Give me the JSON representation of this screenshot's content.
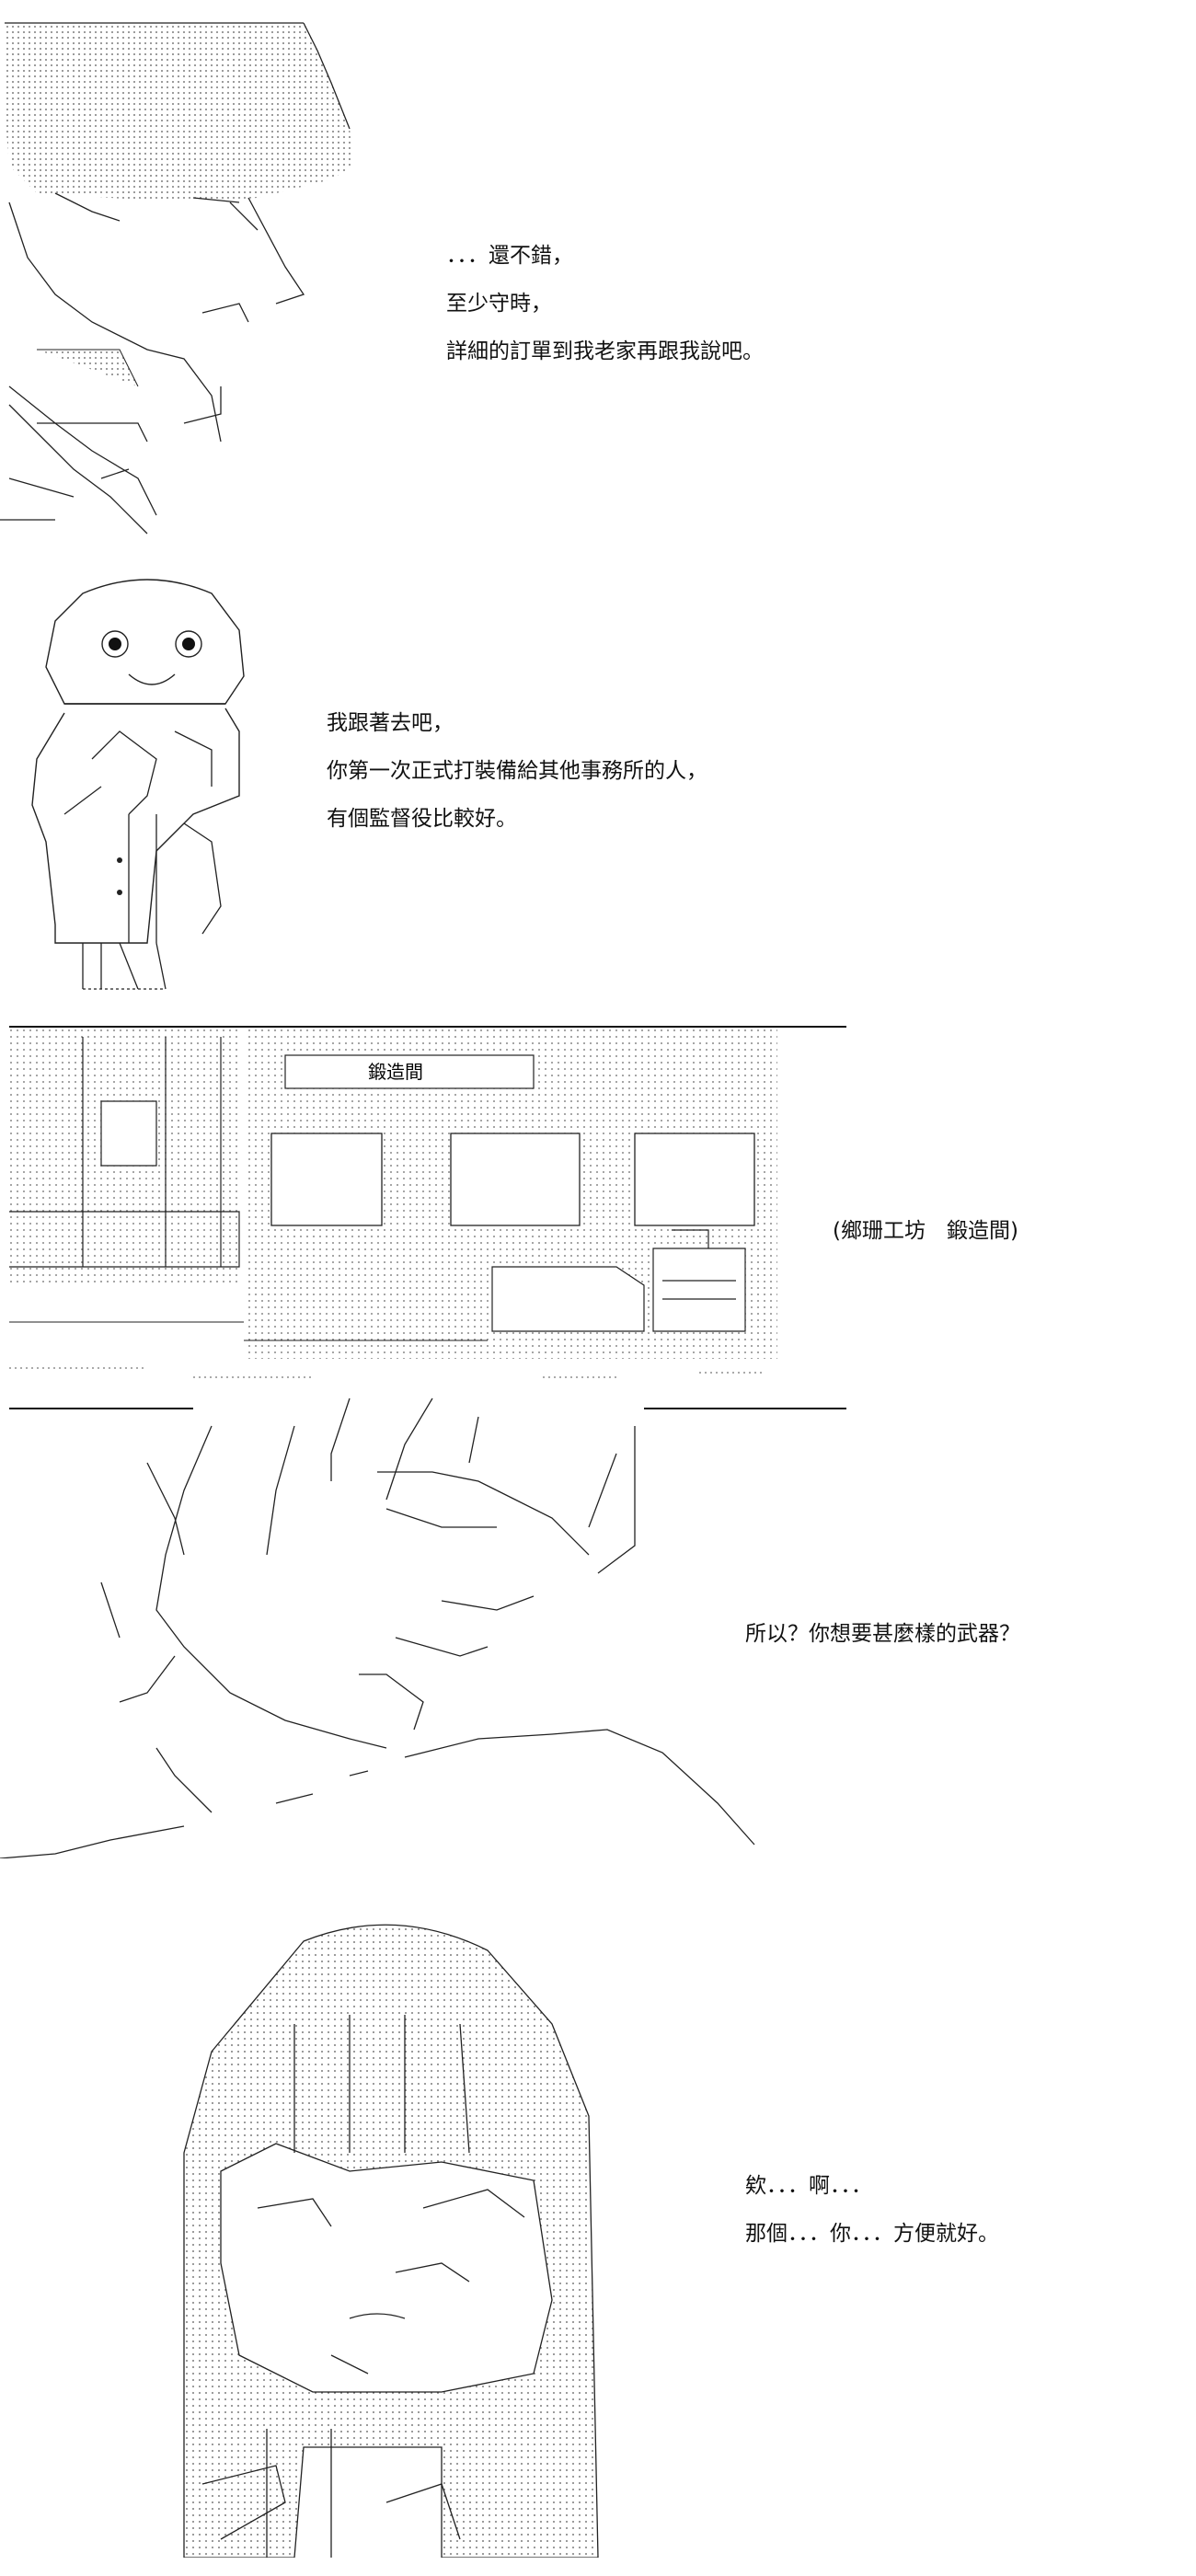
{
  "panels": [
    {
      "lines": [
        "．．．還不錯，",
        "至少守時，",
        "詳細的訂單到我老家再跟我說吧。"
      ]
    },
    {
      "lines": [
        "我跟著去吧，",
        "你第一次正式打裝備給其他事務所的人，",
        "有個監督役比較好。"
      ]
    },
    {
      "sign": "鍛造間",
      "location_caption": "(鄉珊工坊　鍛造間)",
      "lines": [
        "所以？你想要甚麼樣的武器？"
      ]
    },
    {
      "lines": [
        "欸．．．啊．．．",
        "那個．．．你．．．方便就好。"
      ]
    }
  ]
}
